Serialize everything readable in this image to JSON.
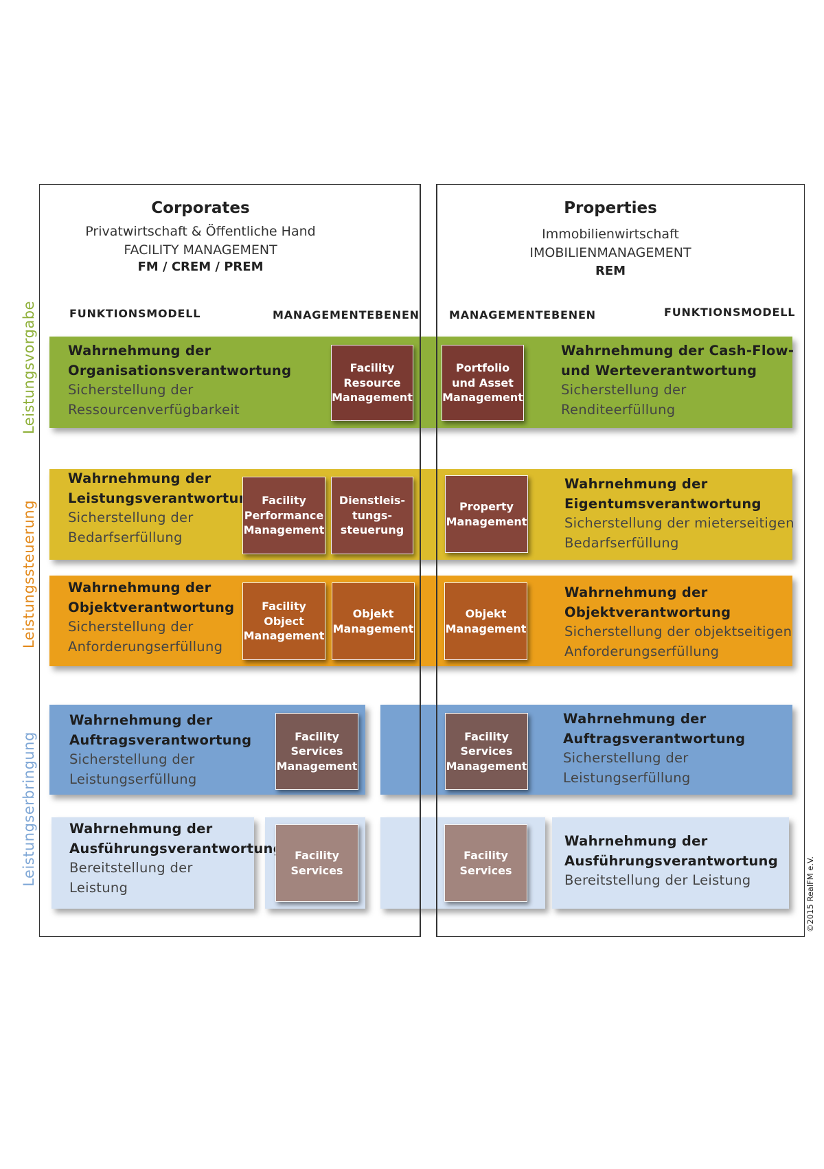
{
  "left": {
    "title": "Corporates",
    "line1": "Privatwirtschaft & Öffentliche Hand",
    "line2": "FACILITY MANAGEMENT",
    "line3": "FM / CREM / PREM",
    "col_function": "FUNKTIONSMODELL",
    "col_levels": "MANAGEMENTEBENEN"
  },
  "right": {
    "title": "Properties",
    "line1": "Immobilienwirtschaft",
    "line2": "IMOBILIENMANAGEMENT",
    "line3": "REM",
    "col_levels": "MANAGEMENTEBENEN",
    "col_function": "FUNKTIONSMODELL"
  },
  "side_labels": {
    "top": "Leistungsvorgabe",
    "middle": "Leistungssteuerung",
    "bottom": "Leistungserbringung"
  },
  "colors": {
    "green": "#8fb03a",
    "yellow": "#dcbc2c",
    "orange": "#eb9f1a",
    "blue": "#78a2d2",
    "lightblue": "#d5e2f3",
    "box_dark_red": "#7a3a32",
    "box_brown_red": "#85453a",
    "box_orange_brown": "#b05a22",
    "box_taupe": "#7a5a55",
    "box_light_taupe": "#a2857e",
    "side_green": "#8fb03a",
    "side_orange": "#e38a1c",
    "side_blue": "#7fa7d6"
  },
  "rows": [
    {
      "left_bold": "Wahrnehmung der\nOrganisationsverantwortung",
      "left_normal": "Sicherstellung der\nRessourcenverfügbarkeit",
      "right_bold": "Wahrnehmung der Cash-Flow-\nund Werteverantwortung",
      "right_normal": "Sicherstellung der\nRenditeerfüllung"
    },
    {
      "left_bold": "Wahrnehmung der\nLeistungsverantwortung",
      "left_normal": "Sicherstellung der\nBedarfserfüllung",
      "right_bold": "Wahrnehmung der\nEigentumsverantwortung",
      "right_normal": "Sicherstellung der mieterseitigen\nBedarfserfüllung"
    },
    {
      "left_bold": "Wahrnehmung der\nObjektverantwortung",
      "left_normal": "Sicherstellung der\nAnforderungserfüllung",
      "right_bold": "Wahrnehmung der\nObjektverantwortung",
      "right_normal": "Sicherstellung der objektseitigen\nAnforderungserfüllung"
    },
    {
      "left_bold": "Wahrnehmung der\nAuftragsverantwortung",
      "left_normal": "Sicherstellung der\nLeistungserfüllung",
      "right_bold": "Wahrnehmung der\nAuftragsverantwortung",
      "right_normal": "Sicherstellung der\nLeistungserfüllung"
    },
    {
      "left_bold": "Wahrnehmung der\nAusführungsverantwortung",
      "left_normal": "Bereitstellung der\nLeistung",
      "right_bold": "Wahrnehmung der\nAusführungsverantwortung",
      "right_normal": "Bereitstellung der Leistung"
    }
  ],
  "boxes": {
    "frm": "Facility\nResource\nManagement",
    "pam": "Portfolio\nund Asset\nManagement",
    "fpm": "Facility\nPerformance\nManagement",
    "dls": "Dienstleis-\ntungs-\nsteuerung",
    "pm": "Property\nManagement",
    "fom": "Facility\nObject\nManagement",
    "om_left": "Objekt\nManagement",
    "om_right": "Objekt\nManagement",
    "fsm_left": "Facility\nServices\nManagement",
    "fsm_right": "Facility\nServices\nManagement",
    "fs_left": "Facility\nServices",
    "fs_right": "Facility\nServices"
  },
  "copyright": "©2015 RealFM e.V."
}
